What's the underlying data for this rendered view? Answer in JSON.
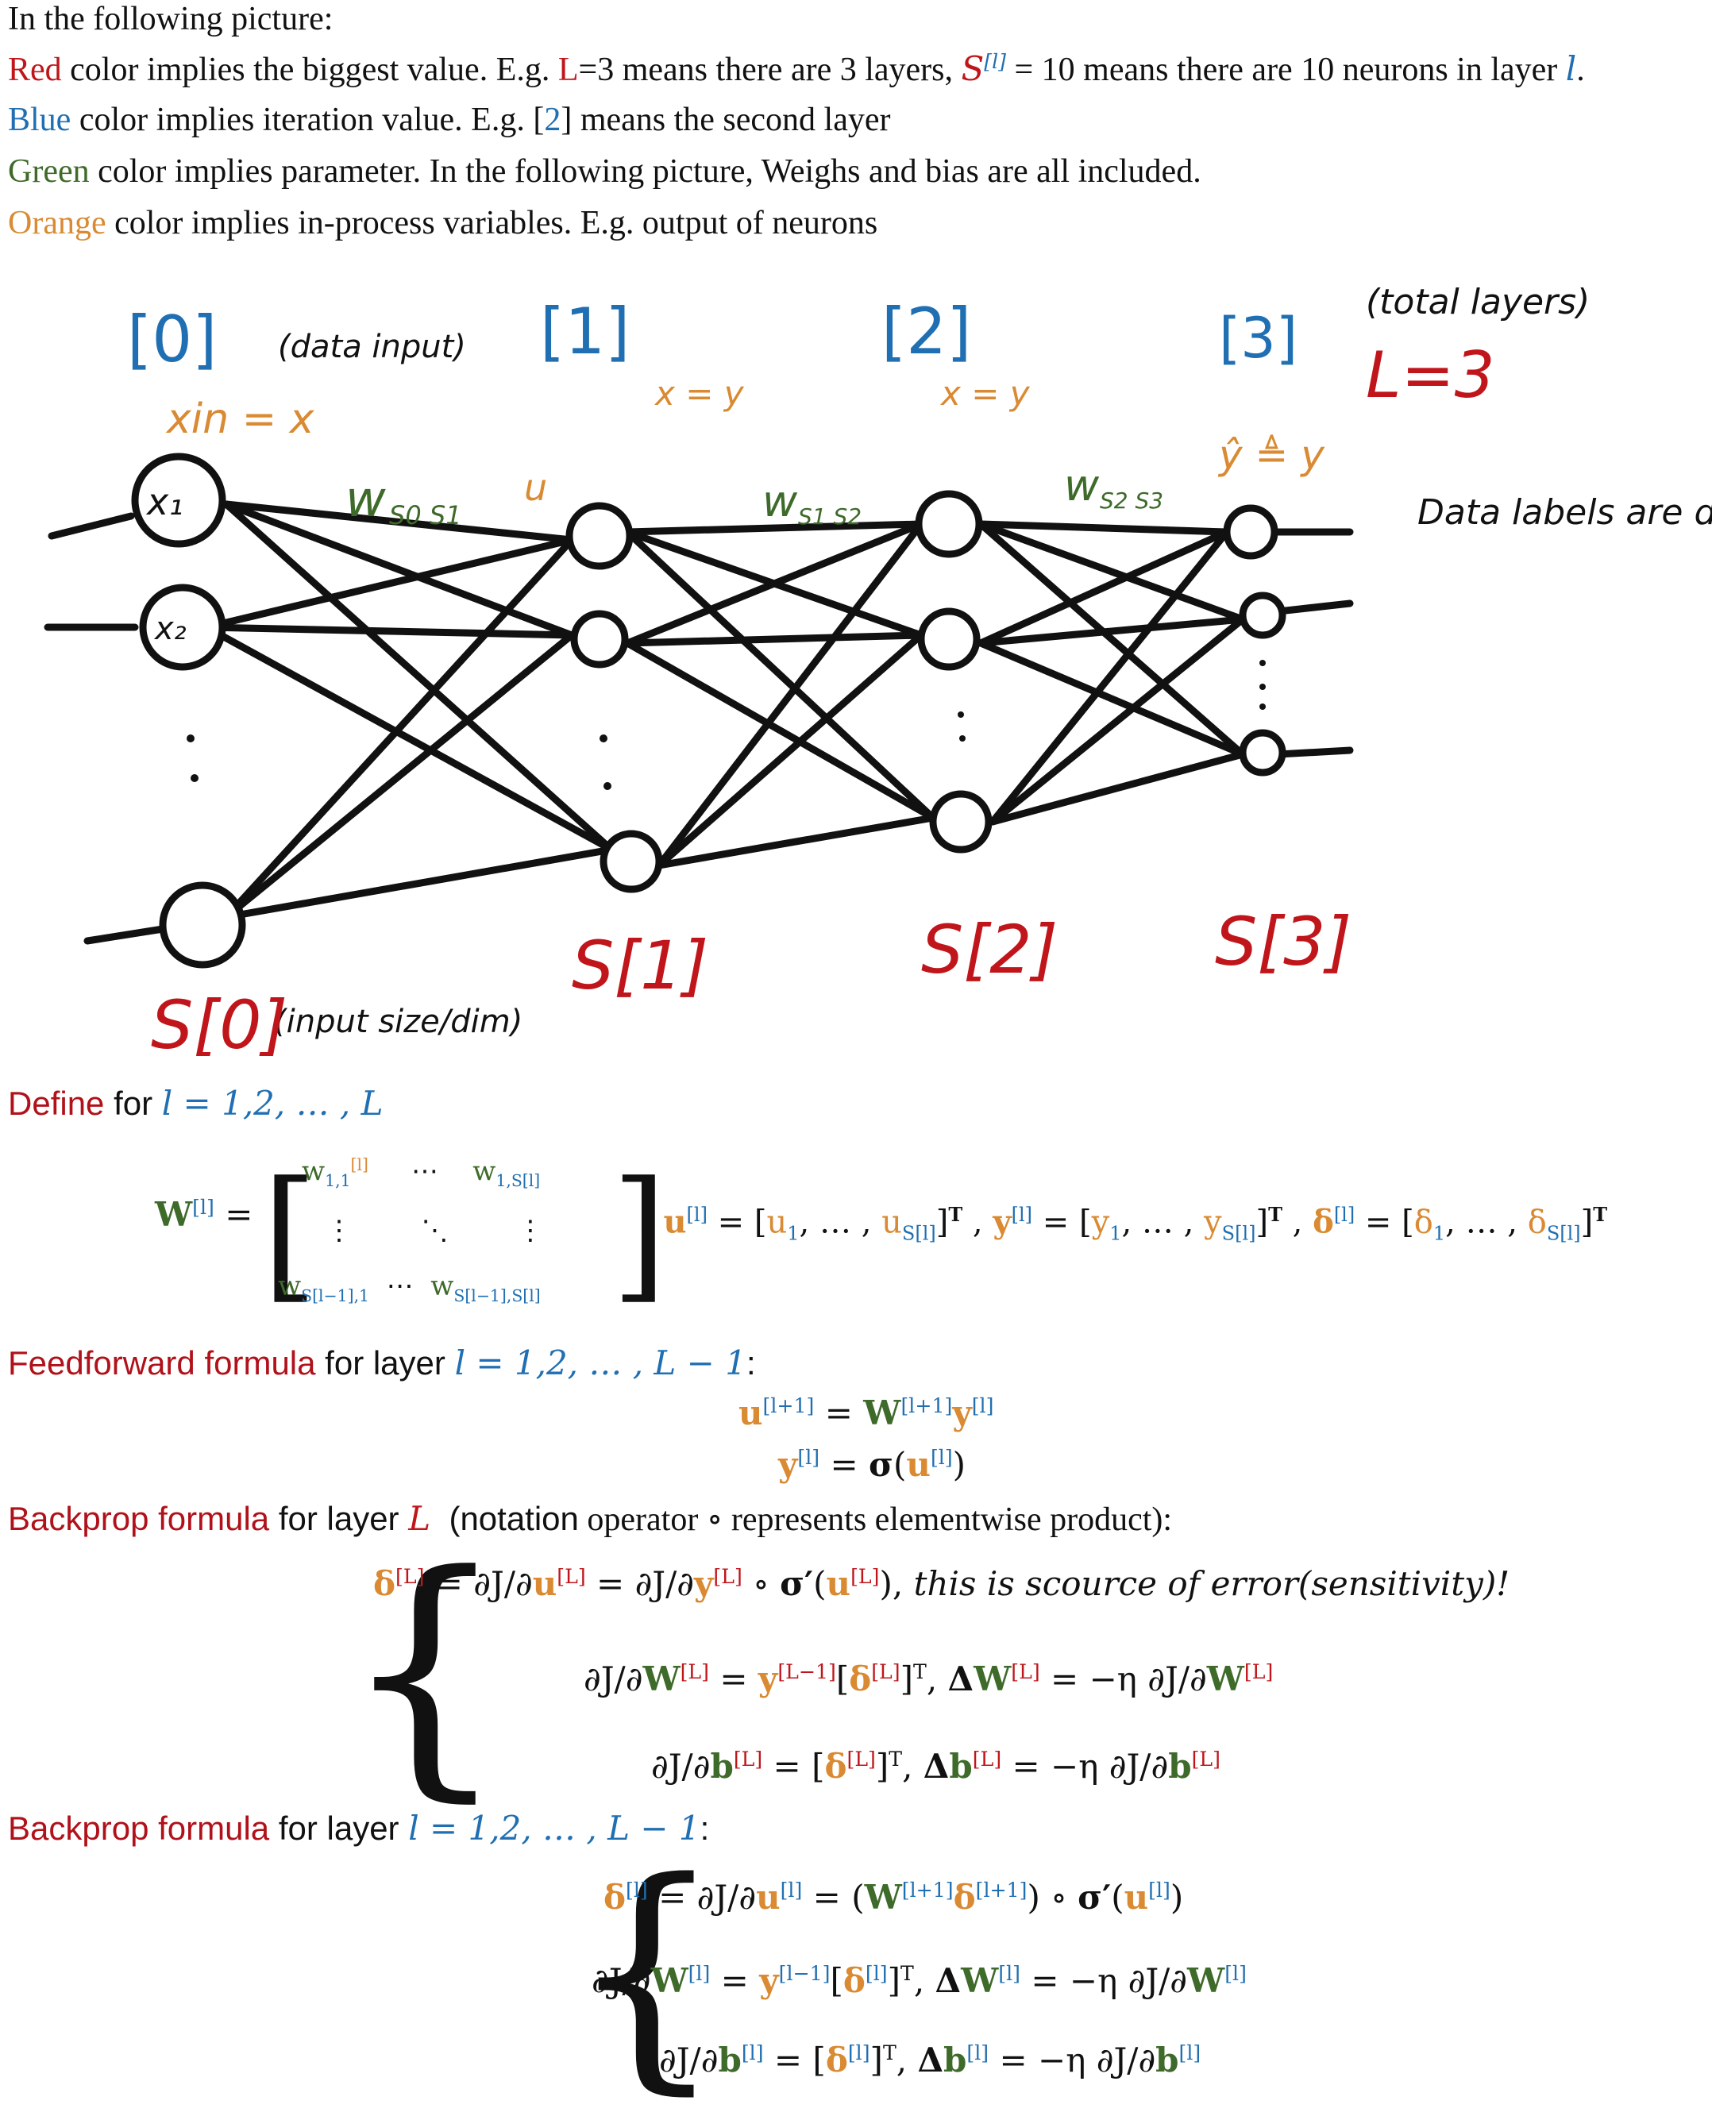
{
  "intro": {
    "line0": "In the following picture:",
    "red_word": "Red",
    "red_text_a": " color implies the biggest value. E.g. ",
    "red_example_L": "L",
    "red_text_b": "=3 means there are 3 layers, ",
    "red_S": "S",
    "red_S_sup": "[l]",
    "red_text_c": " = 10  means there are 10 neurons in layer ",
    "red_l": "l",
    "red_end": ".",
    "blue_word": "Blue",
    "blue_text_a": " color implies iteration value. E.g. [",
    "blue_two": "2",
    "blue_text_b": "] means the second layer",
    "green_word": "Green",
    "green_text": " color implies parameter. In the following picture, Weighs and bias are all included.",
    "orange_word": "Orange",
    "orange_text": " color implies in-process variables. E.g. output of neurons"
  },
  "diagram": {
    "layer0": "[0]",
    "layer0_note": "(data input)",
    "layer1": "[1]",
    "layer2": "[2]",
    "layer3": "[3]",
    "total_note": "(total layers)",
    "total_L": "L=3",
    "xin": "xin = x",
    "w1": "w",
    "w1_sub": "S0 S1",
    "w2": "w",
    "w2_sub": "S1 S2",
    "w3": "w",
    "w3_sub": "S2 S3",
    "u1": "u",
    "x_eq_y1": "x = y",
    "x_eq_y2": "x = y",
    "yhat": "ŷ ≜ y",
    "x1_label": "x₁",
    "x2_label": "x₂",
    "data_labels": "Data labels are denoted with y",
    "S0": "S[0]",
    "S0_note": "(input size/dim)",
    "S1": "S[1]",
    "S2": "S[2]",
    "S3": "S[3]"
  },
  "define": {
    "title_red": "Define",
    "title_rest": " for ",
    "range": "l = 1,2, … , L",
    "W_lhs": "W",
    "eq": "=",
    "u": "u",
    "y": "y",
    "delta": "δ"
  },
  "feedforward": {
    "title_red": "Feedforward formula",
    "title_rest": " for layer ",
    "range": "l = 1,2, … , L − 1",
    "colon": ":"
  },
  "backL": {
    "title_red": "Backprop formula",
    "title_rest": " for layer ",
    "L": "L",
    "note_a": "(notation",
    "note_b": " operator  ∘  represents elementwise product):",
    "comment": "this is scource of error(sensitivity)!"
  },
  "backl": {
    "title_red": "Backprop formula",
    "title_rest": " for layer ",
    "range": "l = 1,2, … , L − 1",
    "colon": ":"
  },
  "colors": {
    "red": "#c0161b",
    "blue": "#1f6fb2",
    "green": "#3e6a2a",
    "orange": "#d98a32"
  }
}
